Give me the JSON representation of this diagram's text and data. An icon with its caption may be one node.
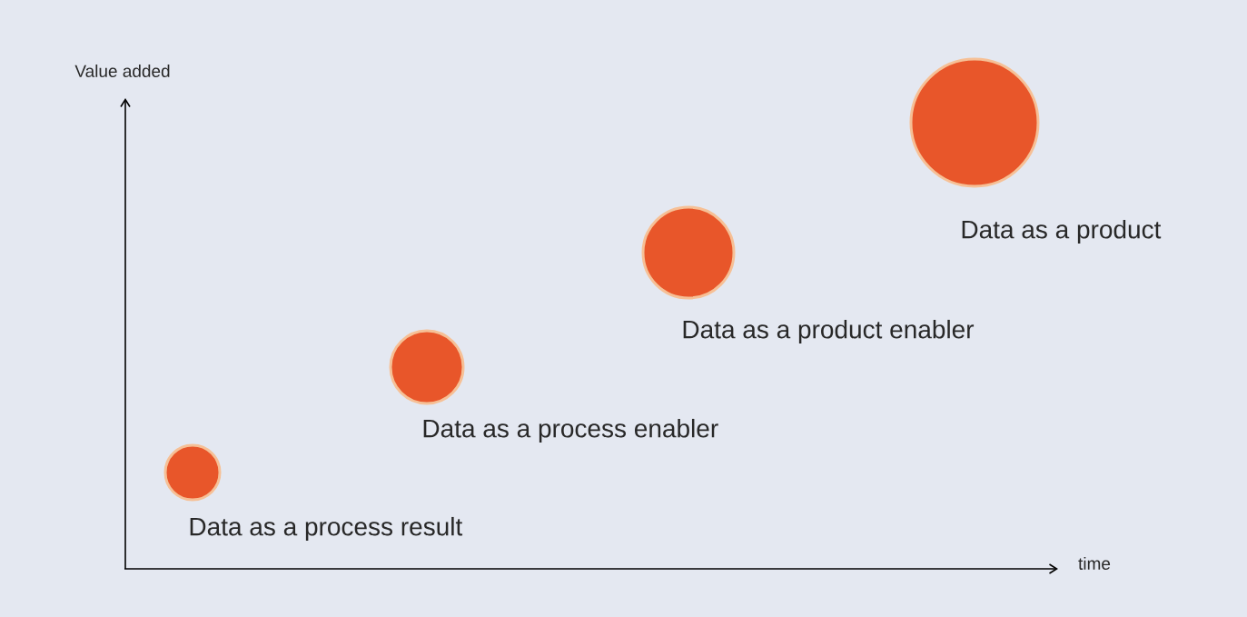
{
  "diagram": {
    "nodes": [
      {
        "text": [],
        "shape": "circle",
        "beside": [
          "Data as a process result"
        ]
      },
      {
        "text": [],
        "shape": "circle",
        "beside": [
          "Data as a process enabler"
        ]
      },
      {
        "text": [],
        "shape": "circle",
        "beside": [
          "Data as a product enabler"
        ]
      },
      {
        "text": [],
        "shape": "circle",
        "beside": [
          "Data as a product"
        ]
      }
    ],
    "labels": [
      "Value added",
      "time"
    ]
  }
}
